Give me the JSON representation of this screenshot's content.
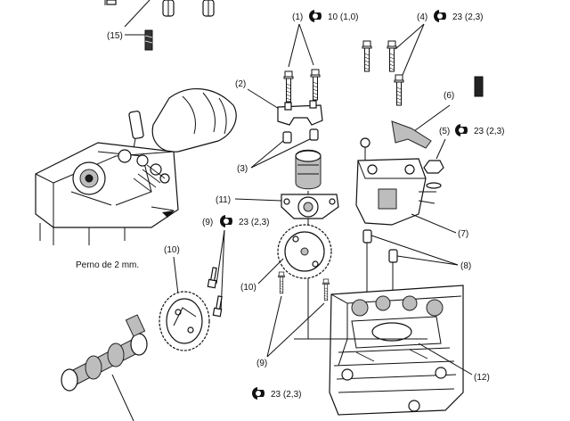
{
  "labels": {
    "l1": "(1)",
    "l2": "(2)",
    "l3": "(3)",
    "l4": "(4)",
    "l5": "(5)",
    "l6": "(6)",
    "l7": "(7)",
    "l8": "(8)",
    "l9a": "(9)",
    "l9b": "(9)",
    "l10a": "(10)",
    "l10b": "(10)",
    "l11": "(11)",
    "l12": "(12)",
    "l15": "(15)"
  },
  "torques": {
    "t1": "10 (1,0)",
    "t4": "23 (2,3)",
    "t5": "23 (2,3)",
    "t9a": "23 (2,3)",
    "t9b": "23 (2,3)"
  },
  "caption": "Perno de 2 mm.",
  "icons": {
    "torque": "torque-wrench-icon"
  }
}
